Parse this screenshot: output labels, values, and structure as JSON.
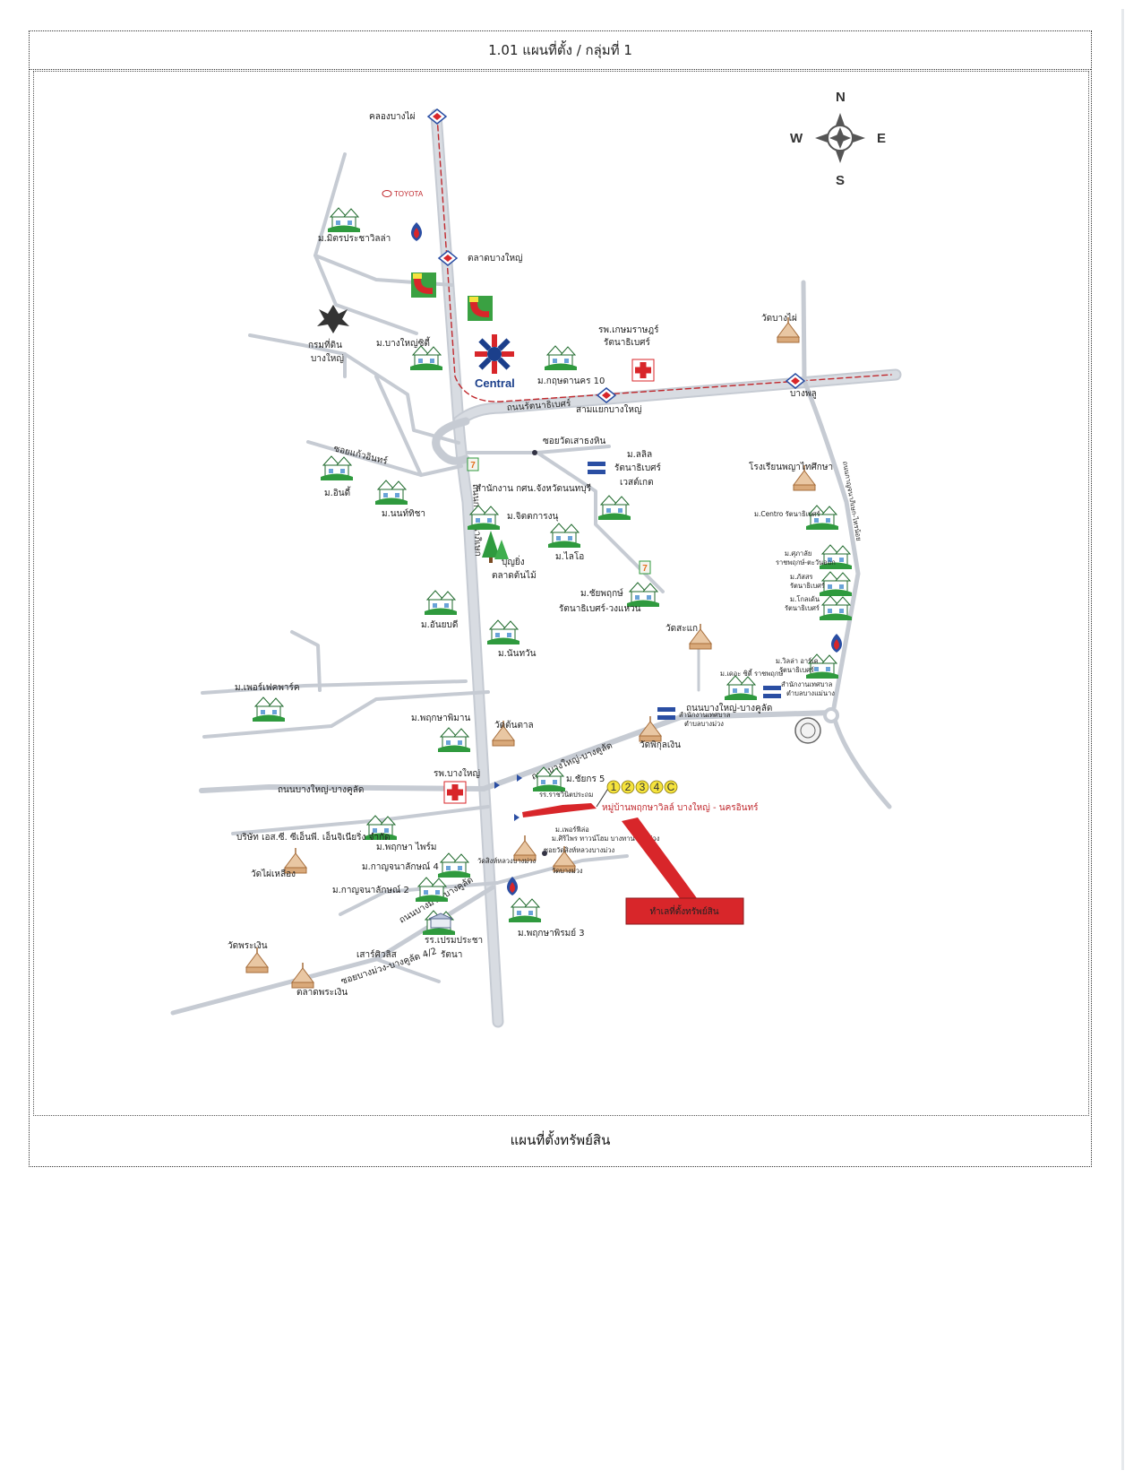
{
  "page": {
    "header": "1.01 แผนที่ตั้ง / กลุ่มที่ 1",
    "footer": "แผนที่ตั้งทรัพย์สิน"
  },
  "compass": {
    "n": "N",
    "s": "S",
    "e": "E",
    "w": "W"
  },
  "logos": {
    "toyota": "TOYOTA",
    "central": "Central"
  },
  "roads": {
    "rattanathibet": "ถนนรัตนาธิเบศร์",
    "kanchanaphisek": "ถนนกาญจนาภิเษก",
    "kanchanaphisek_east": "ถนนกาญจนาภิเษก-ไทรน้อย",
    "bangyai_bangkulat_1": "ถนนบางใหญ่-บางคูลัด",
    "bangyai_bangkulat_2": "ถนนบางใหญ่-บางคูลัด",
    "bangyai_bangkulat_3": "ถนนบางใหญ่-บางคูลัด",
    "bangmuang": "ถนนบางม่วง-บางคูลัด",
    "soi_kaewin": "ซอยแก้วอินทร์",
    "soi_watsaothonghin": "ซอยวัดเสาธงหิน",
    "soi_bangmuang": "ซอยบางม่วง-บางคูลัด 4/2"
  },
  "stations": {
    "khlong_bang_phai": "คลองบางไผ่",
    "talad_bang_yai": "ตลาดบางใหญ่",
    "sam_yaek_bang_yai": "สามแยกบางใหญ่",
    "bang_phlu": "บางพลู"
  },
  "places": {
    "mitr_villa": "ม.มิตรประชาวิลล่า",
    "land_dept_1": "กรมที่ดิน",
    "land_dept_2": "บางใหญ่",
    "bangyai_city": "ม.บางใหญ่ซิตี้",
    "kasem_hospital_1": "รพ.เกษมราษฎร์",
    "kasem_hospital_2": "รัตนาธิเบศร์",
    "krisdanakorn": "ม.กฤษดานคร 10",
    "wat_bang_phai": "วัดบางไผ่",
    "indy": "ม.อินดี้",
    "nanthicha": "ม.นนท์ทิชา",
    "lalin_1": "ม.ลลิล",
    "lalin_2": "รัตนาธิเบศร์",
    "lalin_3": "เวสต์เกต",
    "nonthaburi_office": "สำนักงาน กศน.จังหวัดนนทบุรี",
    "school_yothin": "โรงเรียนพญาไทศึกษา",
    "chitkanyu": "ม.จิตตการงนุ",
    "sitalai": "ม.ไลโอ",
    "bunyong_1": "บุญยิ่ง",
    "bunyong_2": "ตลาดต้นไม้",
    "chaipruk_1": "ม.ชัยพฤกษ์",
    "chaipruk_2": "รัตนาธิเบศร์-วงแหวน",
    "aneepong": "ม.อันยบดี",
    "nanthawan": "ม.นันทวัน",
    "wat_sanae": "วัดสะแก",
    "east_centro": "ม.Centro รัตนาธิเบศร์",
    "east_ruenruedee_1": "ม.ศุภาลัย",
    "east_ruenruedee_2": "ราชพฤกษ์-ตะวันออก",
    "east_pleno_1": "ม.ภัสสร",
    "east_pleno_2": "รัตนาธิเบศร์",
    "east_pleno_3": "ม.โกลเด้น",
    "east_pleno_4": "รัตนาธิเบศร์",
    "east_villa_1": "ม.วิลล่า อาร์เค",
    "east_villa_2": "รัตนาธิเบศร์",
    "east_thechi_1": "ม.เดอะ ซิตี้ ราชพฤกษ์",
    "east_office_1": "สำนักงานเทศบาล",
    "east_office_2": "ตำบลบางแม่นาง",
    "east_office_3": "สำนักงานเทศบาล",
    "east_office_4": "ตำบลบางม่วง",
    "wat_phikul": "วัดพิกุลเงิน",
    "perfect_park": "ม.เพอร์เฟคพาร์ค",
    "pruksa_phiman": "ม.พฤกษาพิมาน",
    "wat_tongtha": "วัดต้นตาล",
    "bangyai_hospital": "รพ.บางใหญ่",
    "chayakorn": "ม.ชัยกร 5",
    "school_bangyai": "รร.ราชวินิตประถม",
    "property": "หมู่บ้านพฤกษาวิลล์ บางใหญ่ - นครอินทร์",
    "company": "บริษัท เอส.ซี. ซีเอ็นพี. เอ็นจิเนียริ่ง จำกัด",
    "pruksa_prime": "ม.พฤกษา ไพร์ม",
    "wat_phailuang": "วัดไผ่เหลือง",
    "kanchana_4": "ม.กาญจนาลักษณ์ 4",
    "kanchana_2": "ม.กาญจนาลักษณ์ 2",
    "inner_1": "ม.เพอร์ฟีล่อ",
    "inner_2": "ม.ศิริไพร ทาวน์โฮม บางทาน บางม่วง",
    "inner_3": "ซอยวัดสิงห์หลวงบางม่วง",
    "inner_4": "วัดสิงห์หลวงบางม่วง",
    "inner_5": "วัดบางม่วง",
    "pruksa_3": "ม.พฤกษาพิรมย์ 3",
    "wat_phrangoen": "วัดพระเงิน",
    "school_prachanukul": "รร.เปรมประชา",
    "rattana": "รัตนา",
    "sarasit": "เสาร์ศิวลิส",
    "talad_phrangoen": "ตลาดพระเงิน",
    "red_box": "ทำเลที่ตั้งทรัพย์สิน"
  },
  "property_numbers": [
    "1",
    "2",
    "3",
    "4",
    "C"
  ],
  "colors": {
    "road": "#cfd3da",
    "road_edge": "#b5bac3",
    "rail_dash": "#c0282d",
    "marker_red": "#d8262a",
    "marker_yellow": "#f5e33d",
    "house_green": "#2f9a3e",
    "central_red": "#d8262a",
    "central_blue": "#1b3f8b"
  },
  "icons": [
    "house-icon",
    "temple-icon",
    "hospital-cross-icon",
    "station-icon",
    "compass-icon",
    "garuda-icon",
    "big-c-icon",
    "central-logo-icon",
    "ptt-icon",
    "seven-eleven-icon",
    "tree-icon",
    "school-icon"
  ]
}
